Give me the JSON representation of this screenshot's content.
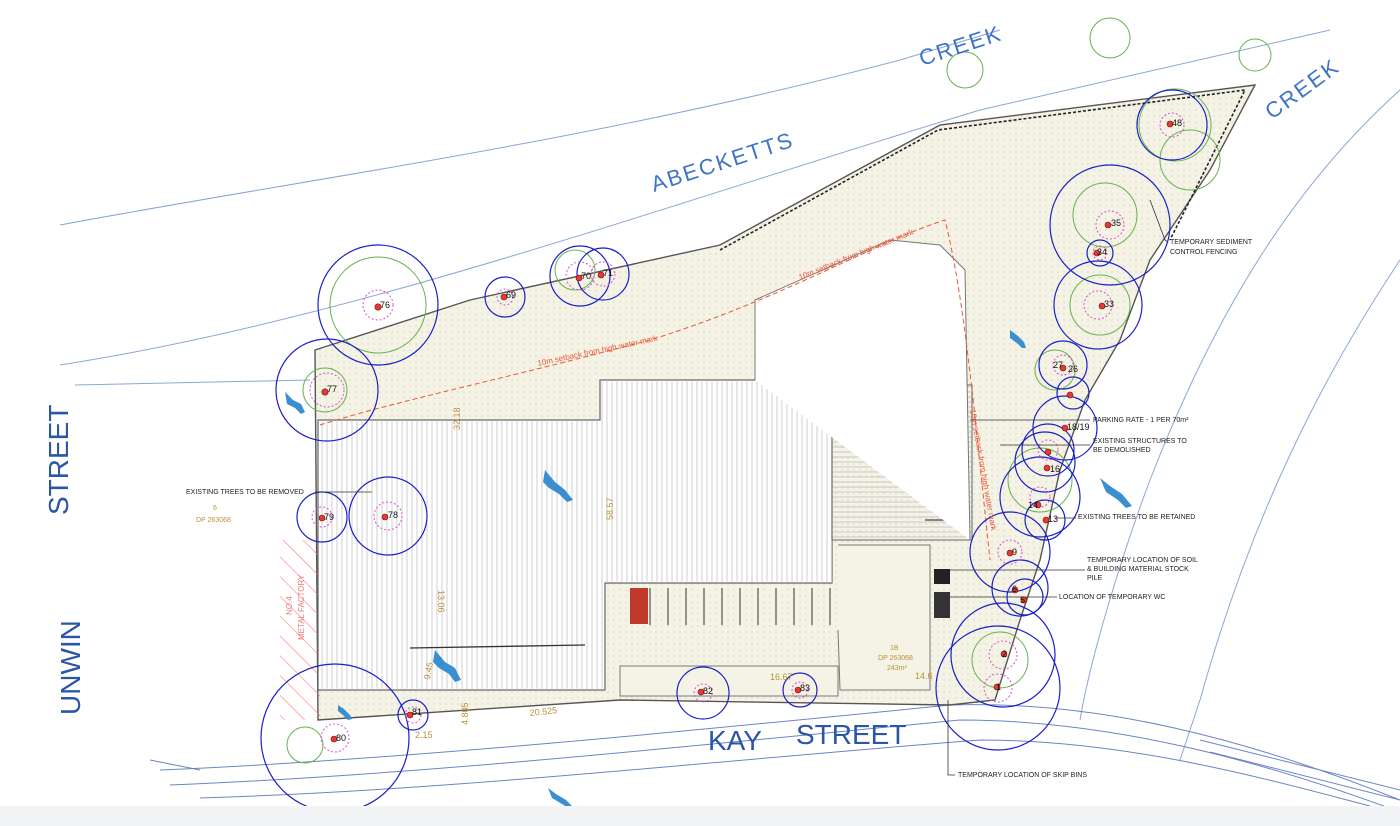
{
  "streets": {
    "unwin_1": "STREET",
    "unwin_2": "UNWIN",
    "kay_1": "KAY",
    "kay_2": "STREET"
  },
  "creek": {
    "abecketts": "ABECKETTS",
    "creek_top": "CREEK",
    "creek_right": "CREEK"
  },
  "notes": {
    "existing_removed": "EXISTING TREES TO BE REMOVED",
    "sediment_1": "TEMPORARY SEDIMENT",
    "sediment_2": "CONTROL FENCING",
    "parking": "PARKING RATE - 1 PER 70m²",
    "structures_1": "EXISTING STRUCTURES TO",
    "structures_2": "BE DEMOLISHED",
    "retained": "EXISTING TREES TO BE RETAINED",
    "soil_1": "TEMPORARY LOCATION OF SOIL",
    "soil_2": "& BUILDING MATERIAL STOCK",
    "soil_3": "PILE",
    "wc": "LOCATION OF TEMPORARY WC",
    "skip": "TEMPORARY LOCATION OF SKIP BINS"
  },
  "setback": {
    "a": "10m setback from high water mark",
    "b": "10m setback from high water mark",
    "c": "10m setback from high water mark"
  },
  "dimensions": {
    "d1": "58.57",
    "d2": "13.06",
    "d3": "32.18",
    "d4": "16.67",
    "d5": "20.525",
    "d6": "9.45",
    "d7": "4.805",
    "d8": "2.15",
    "d9": "14.6"
  },
  "lots": {
    "lot6_num": "6",
    "lot6_dp": "DP 263068",
    "lot_b1": "1B",
    "lot_b2": "DP 263068",
    "lot_b3": "243m²",
    "metal_1": "NO.4",
    "metal_2": "METAL FACTORY"
  },
  "trees": [
    {
      "id": "t76",
      "label": "76"
    },
    {
      "id": "t77",
      "label": "77"
    },
    {
      "id": "t69",
      "label": "69"
    },
    {
      "id": "t70",
      "label": "70"
    },
    {
      "id": "t71",
      "label": "71"
    },
    {
      "id": "t79",
      "label": "79"
    },
    {
      "id": "t78",
      "label": "78"
    },
    {
      "id": "t80",
      "label": "80"
    },
    {
      "id": "t81",
      "label": "81"
    },
    {
      "id": "t82",
      "label": "82"
    },
    {
      "id": "t83",
      "label": "83"
    },
    {
      "id": "t48",
      "label": "48"
    },
    {
      "id": "t35",
      "label": "35"
    },
    {
      "id": "t34",
      "label": "34"
    },
    {
      "id": "t33",
      "label": "33"
    },
    {
      "id": "t27",
      "label": "27"
    },
    {
      "id": "t26",
      "label": "26"
    },
    {
      "id": "t1819",
      "label": "18/19"
    },
    {
      "id": "t16",
      "label": "16"
    },
    {
      "id": "t14",
      "label": "14"
    },
    {
      "id": "t13",
      "label": "13"
    },
    {
      "id": "t9",
      "label": "9"
    },
    {
      "id": "t6",
      "label": "6"
    },
    {
      "id": "t5",
      "label": "5"
    },
    {
      "id": "t2",
      "label": "2"
    },
    {
      "id": "t1",
      "label": "1"
    }
  ],
  "colors": {
    "tree_ring": "#1a1fc7",
    "tree_canopy": "#5aa64a",
    "dripline": "#d94fd0",
    "setback": "#e8583a",
    "site_fill": "#f4f1e0",
    "roof_hatch": "#b9b9b9",
    "street_text": "#2b56a8"
  }
}
